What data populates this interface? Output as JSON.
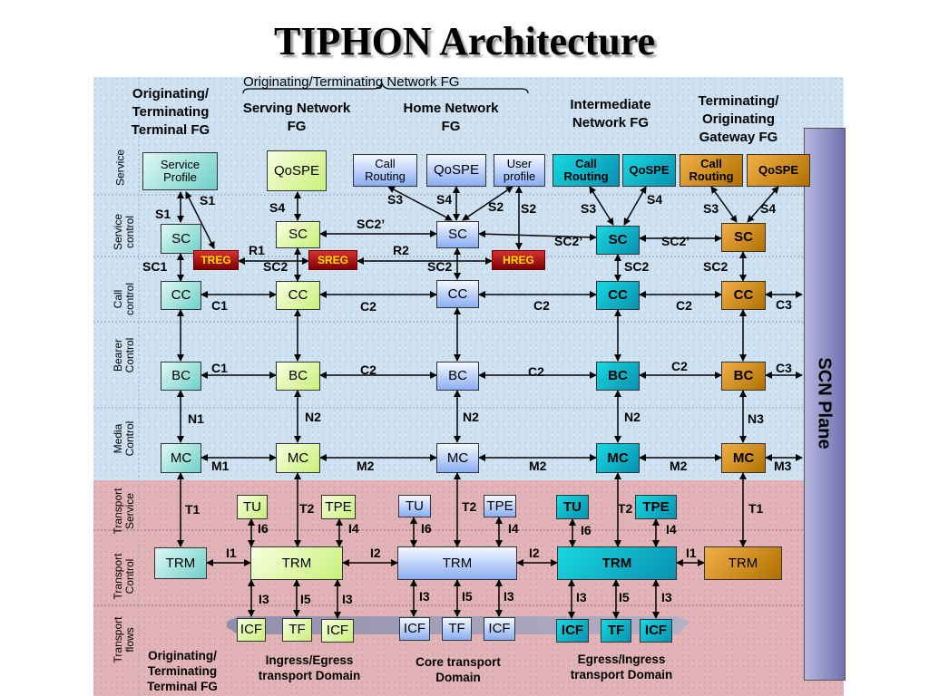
{
  "title": "TIPHON Architecture",
  "fg_bracket": "Originating/Terminating Network FG",
  "scn_plane": "SCN Plane",
  "headers": {
    "orig_terminal": "Originating/ Terminating Terminal FG",
    "serving": "Serving Network FG",
    "home": "Home Network FG",
    "intermediate": "Intermediate Network FG",
    "term_gateway": "Terminating/ Originating Gateway FG"
  },
  "side_labels": {
    "service": "Service",
    "service_control": "Service control",
    "call_control": "Call control",
    "bearer_control": "Bearer Control",
    "media_control": "Media Control",
    "transport_service": "Transport Service",
    "transport_control": "Transport Control",
    "transport_flows": "Transport flows"
  },
  "boxes": {
    "service_profile": "Service Profile",
    "qospe": "QoSPE",
    "call_routing": "Call Routing",
    "user_profile": "User profile",
    "sc": "SC",
    "treg": "TREG",
    "sreg": "SREG",
    "hreg": "HREG",
    "cc": "CC",
    "bc": "BC",
    "mc": "MC",
    "tu": "TU",
    "tpe": "TPE",
    "trm": "TRM",
    "icf": "ICF",
    "tf": "TF"
  },
  "refs": {
    "s1": "S1",
    "s2": "S2",
    "s3": "S3",
    "s4": "S4",
    "sc1": "SC1",
    "sc2": "SC2",
    "sc2p": "SC2’",
    "r1": "R1",
    "r2": "R2",
    "c1": "C1",
    "c2": "C2",
    "c3": "C3",
    "n1": "N1",
    "n2": "N2",
    "n3": "N3",
    "m1": "M1",
    "m2": "M2",
    "m3": "M3",
    "t1": "T1",
    "t2": "T2",
    "i1": "I1",
    "i2": "I2",
    "i3": "I3",
    "i4": "I4",
    "i5": "I5",
    "i6": "I6"
  },
  "footers": {
    "orig_terminal": "Originating/ Terminating Terminal FG",
    "ingress": "Ingress/Egress transport Domain",
    "core": "Core transport Domain",
    "egress": "Egress/Ingress transport Domain"
  },
  "colors": {
    "network_plane": "#cfe2f2",
    "transport_plane": "#e2b4b8",
    "scn_plane": "#8080c0"
  }
}
